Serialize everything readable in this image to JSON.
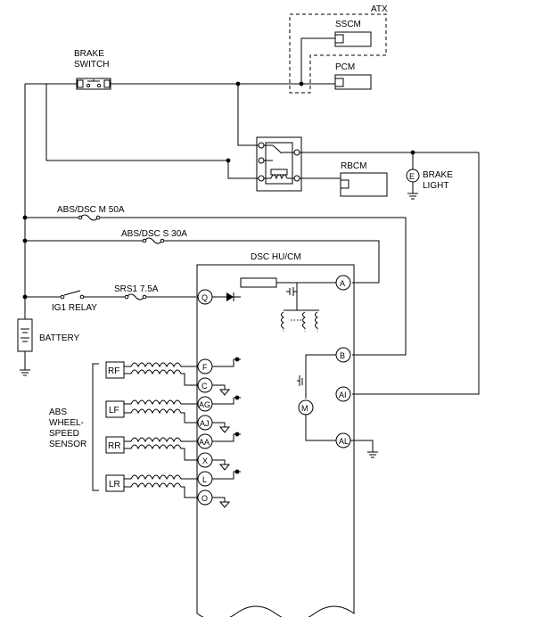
{
  "labels": {
    "atx": "ATX",
    "sscm": "SSCM",
    "pcm": "PCM",
    "brake_switch_line1": "BRAKE",
    "brake_switch_line2": "SWITCH",
    "rbcm": "RBCM",
    "brake_light_line1": "BRAKE",
    "brake_light_line2": "LIGHT",
    "fuse_abs_m": "ABS/DSC M 50A",
    "fuse_abs_s": "ABS/DSC S 30A",
    "dsc_hucm": "DSC HU/CM",
    "fuse_srs1": "SRS1 7.5A",
    "ig1_relay": "IG1 RELAY",
    "battery": "BATTERY",
    "abs_sensor_line1": "ABS",
    "abs_sensor_line2": "WHEEL-",
    "abs_sensor_line3": "SPEED",
    "abs_sensor_line4": "SENSOR",
    "motor": "M",
    "lamp_symbol": "E"
  },
  "sensors": [
    "RF",
    "LF",
    "RR",
    "LR"
  ],
  "terminals": {
    "q": "Q",
    "a": "A",
    "b": "B",
    "ai": "AI",
    "al": "AL",
    "f": "F",
    "c": "C",
    "ag": "AG",
    "aj": "AJ",
    "aa": "AA",
    "x": "X",
    "l": "L",
    "o": "O"
  }
}
